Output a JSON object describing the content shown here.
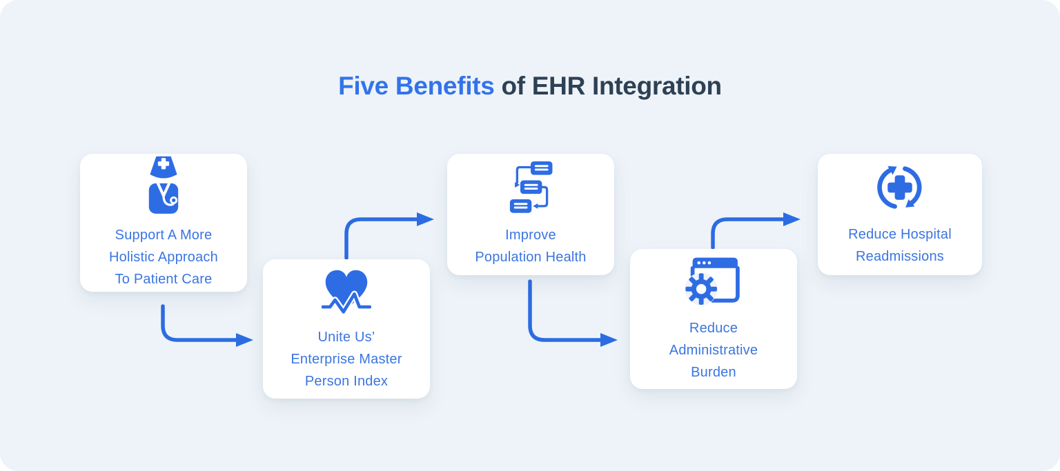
{
  "title": {
    "highlight": "Five Benefits",
    "rest": "of EHR Integration"
  },
  "cards": [
    {
      "icon": "nurse-icon",
      "label": "Support A More\nHolistic Approach\nTo Patient Care"
    },
    {
      "icon": "heart-pulse-icon",
      "label": "Unite Us’\nEnterprise Master\nPerson Index"
    },
    {
      "icon": "connected-messages-icon",
      "label": "Improve\nPopulation Health"
    },
    {
      "icon": "browser-gear-icon",
      "label": "Reduce\nAdministrative\nBurden"
    },
    {
      "icon": "refresh-medical-cross-icon",
      "label": "Reduce Hospital\nReadmissions"
    }
  ],
  "connectors": [
    {
      "from": "support-holistic-care",
      "to": "unite-us-empi",
      "shape": "down-then-right"
    },
    {
      "from": "unite-us-empi",
      "to": "improve-population-health",
      "shape": "up-then-right"
    },
    {
      "from": "improve-population-health",
      "to": "reduce-admin-burden",
      "shape": "down-then-right"
    },
    {
      "from": "reduce-admin-burden",
      "to": "reduce-readmissions",
      "shape": "up-then-right"
    }
  ],
  "colors": {
    "background": "#edf3f8",
    "card_background": "#ffffff",
    "accent_blue": "#2e6ce4",
    "arrow_blue": "#2c6ce2",
    "text_blue": "#3a75e2",
    "title_highlight_blue": "#3273e9",
    "title_dark": "#2e4054"
  }
}
